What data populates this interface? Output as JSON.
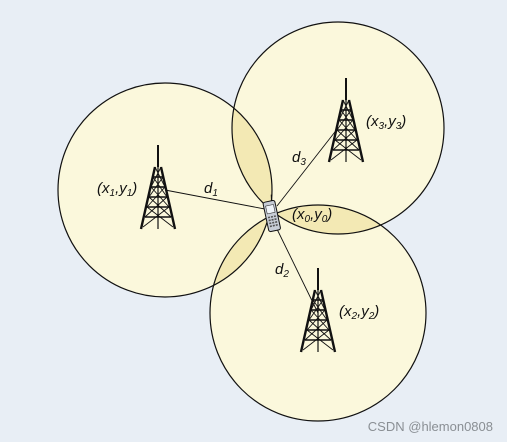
{
  "colors": {
    "background": "#e8eef5",
    "circle_fill": "#fbf8dc",
    "circle_stroke": "#111111",
    "overlap_fill": "#f3e9b4",
    "tower": "#111111",
    "phone_body": "#c7cdd6"
  },
  "towers": [
    {
      "name": "tower-1",
      "label": {
        "x": "x",
        "xsub": "1",
        "y": "y",
        "ysub": "1"
      },
      "distance": {
        "d": "d",
        "sub": "1"
      }
    },
    {
      "name": "tower-2",
      "label": {
        "x": "x",
        "xsub": "2",
        "y": "y",
        "ysub": "2"
      },
      "distance": {
        "d": "d",
        "sub": "2"
      }
    },
    {
      "name": "tower-3",
      "label": {
        "x": "x",
        "xsub": "3",
        "y": "y",
        "ysub": "3"
      },
      "distance": {
        "d": "d",
        "sub": "3"
      }
    }
  ],
  "phone": {
    "icon": "mobile-phone-icon",
    "label": {
      "x": "x",
      "xsub": "0",
      "y": "y",
      "ysub": "0"
    }
  },
  "watermark": "CSDN @hlemon0808"
}
